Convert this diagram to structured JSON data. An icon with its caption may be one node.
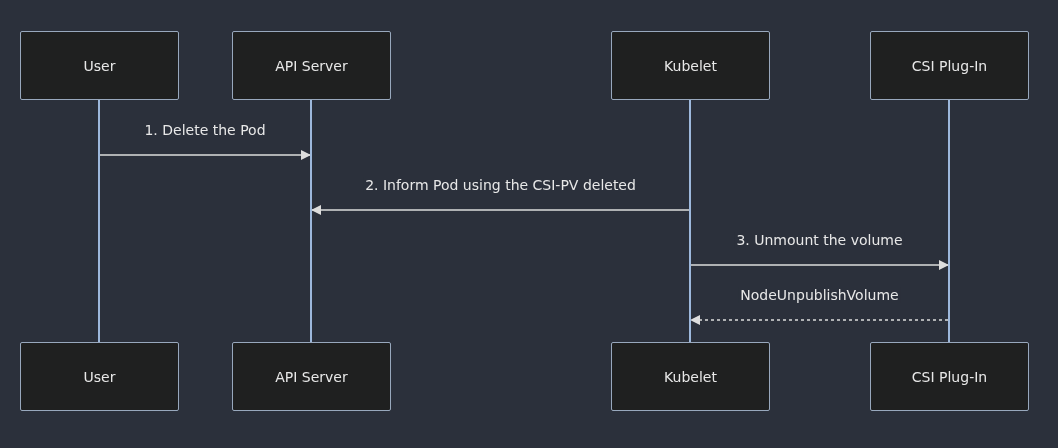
{
  "diagram": {
    "nodes": [
      {
        "text": [
          "User"
        ]
      },
      {
        "text": [
          "API Server"
        ]
      },
      {
        "text": [
          "Kubelet"
        ]
      },
      {
        "text": [
          "CSI Plug-In"
        ]
      },
      {
        "text": [],
        "shape": "line"
      },
      {
        "text": [],
        "shape": "line"
      },
      {
        "text": [],
        "shape": "line"
      },
      {
        "text": [],
        "shape": "line"
      },
      {
        "text": [
          "User"
        ]
      },
      {
        "text": [
          "API Server"
        ]
      },
      {
        "text": [
          "Kubelet"
        ]
      },
      {
        "text": [
          "CSI Plug-In"
        ]
      }
    ],
    "edges": [
      {
        "from": 4,
        "to": 5,
        "arrow": "to",
        "label": "1. Delete the Pod"
      },
      {
        "from": 6,
        "to": 5,
        "arrow": "to",
        "label": "2. Inform Pod using the CSI-PV deleted"
      },
      {
        "from": 6,
        "to": 7,
        "arrow": "to",
        "label": "3. Unmount the volume"
      },
      {
        "from": 7,
        "to": 6,
        "arrow": "to",
        "label": "NodeUnpublishVolume",
        "style": "dashed"
      }
    ]
  }
}
